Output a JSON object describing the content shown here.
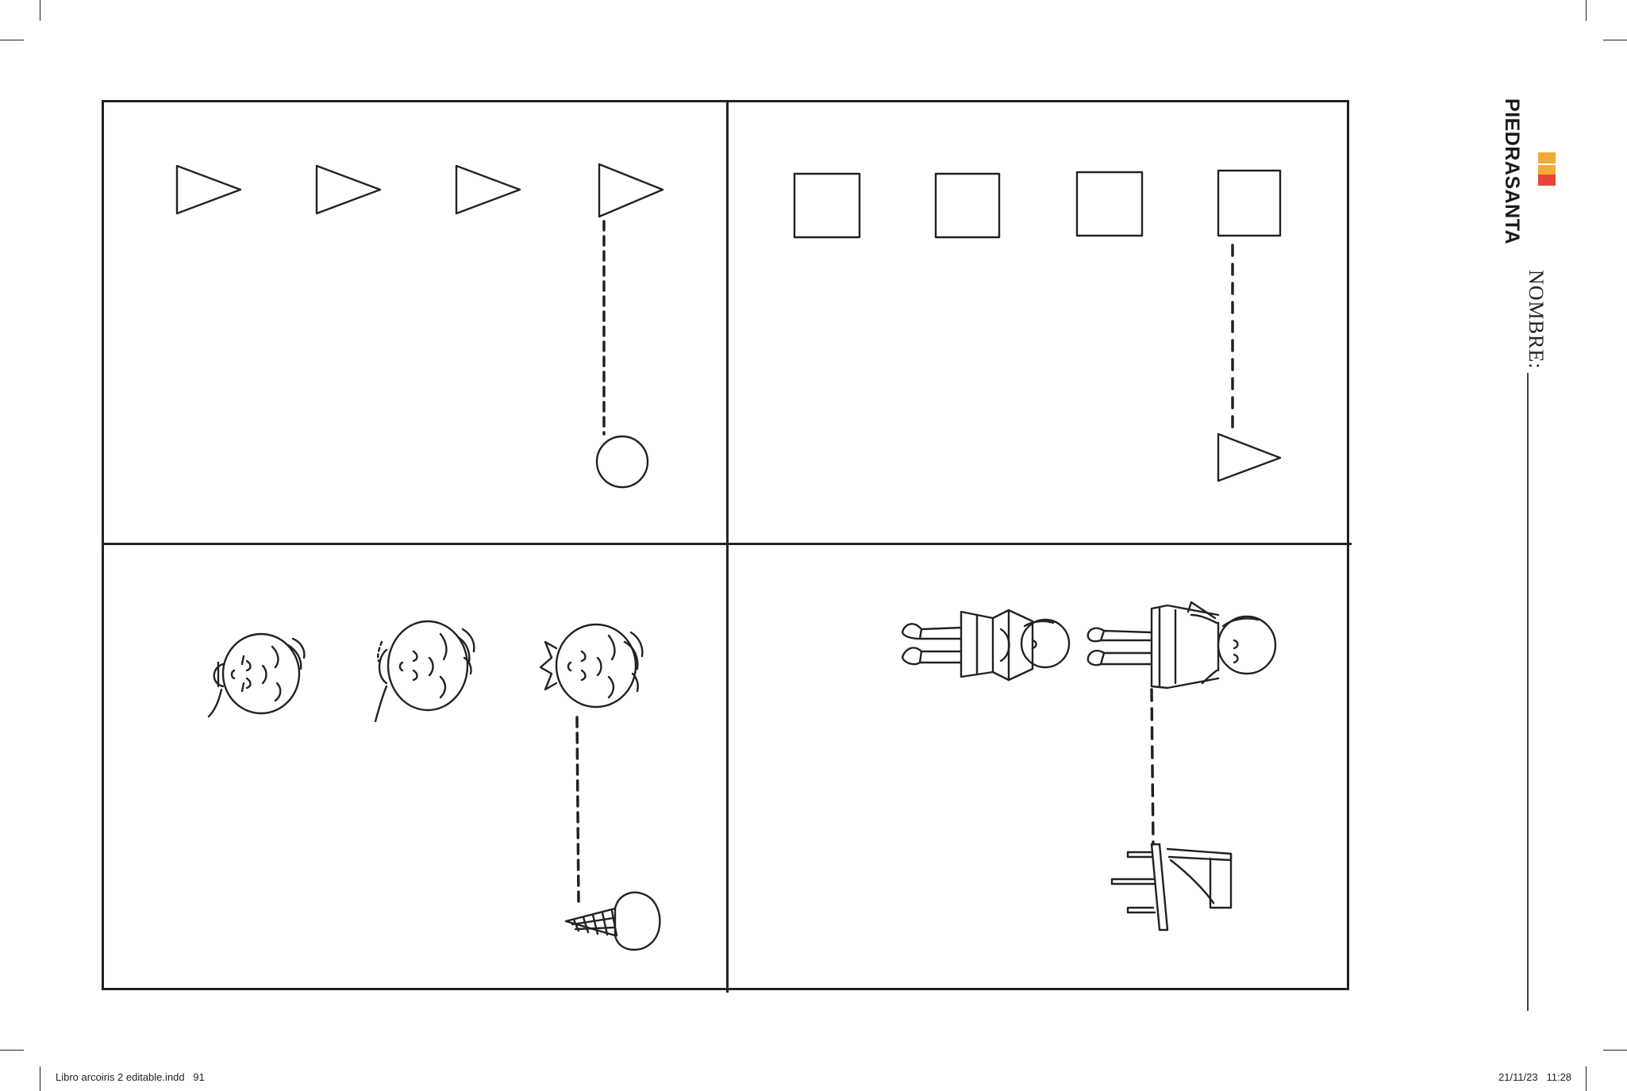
{
  "brand": {
    "name": "PIEDRASANTA",
    "colors": {
      "orange": "#f4a93b",
      "red": "#e5453c",
      "dark": "#1a1a1a"
    }
  },
  "form": {
    "name_label": "NOMBRE:"
  },
  "panels": [
    {
      "id": "top-left",
      "row": [
        "triangle",
        "triangle",
        "triangle",
        "triangle"
      ],
      "match": "circle"
    },
    {
      "id": "top-right",
      "row": [
        "square",
        "square",
        "square",
        "square"
      ],
      "match": "triangle"
    },
    {
      "id": "bottom-left",
      "row": [
        "child-face",
        "child-face",
        "child-face"
      ],
      "match": "ice-cream-cone"
    },
    {
      "id": "bottom-right",
      "row": [
        "standing-child",
        "standing-child"
      ],
      "match": "chair"
    }
  ],
  "footer": {
    "file": "Libro arcoiris 2 editable.indd   91",
    "datetime": "21/11/23   11:28"
  }
}
